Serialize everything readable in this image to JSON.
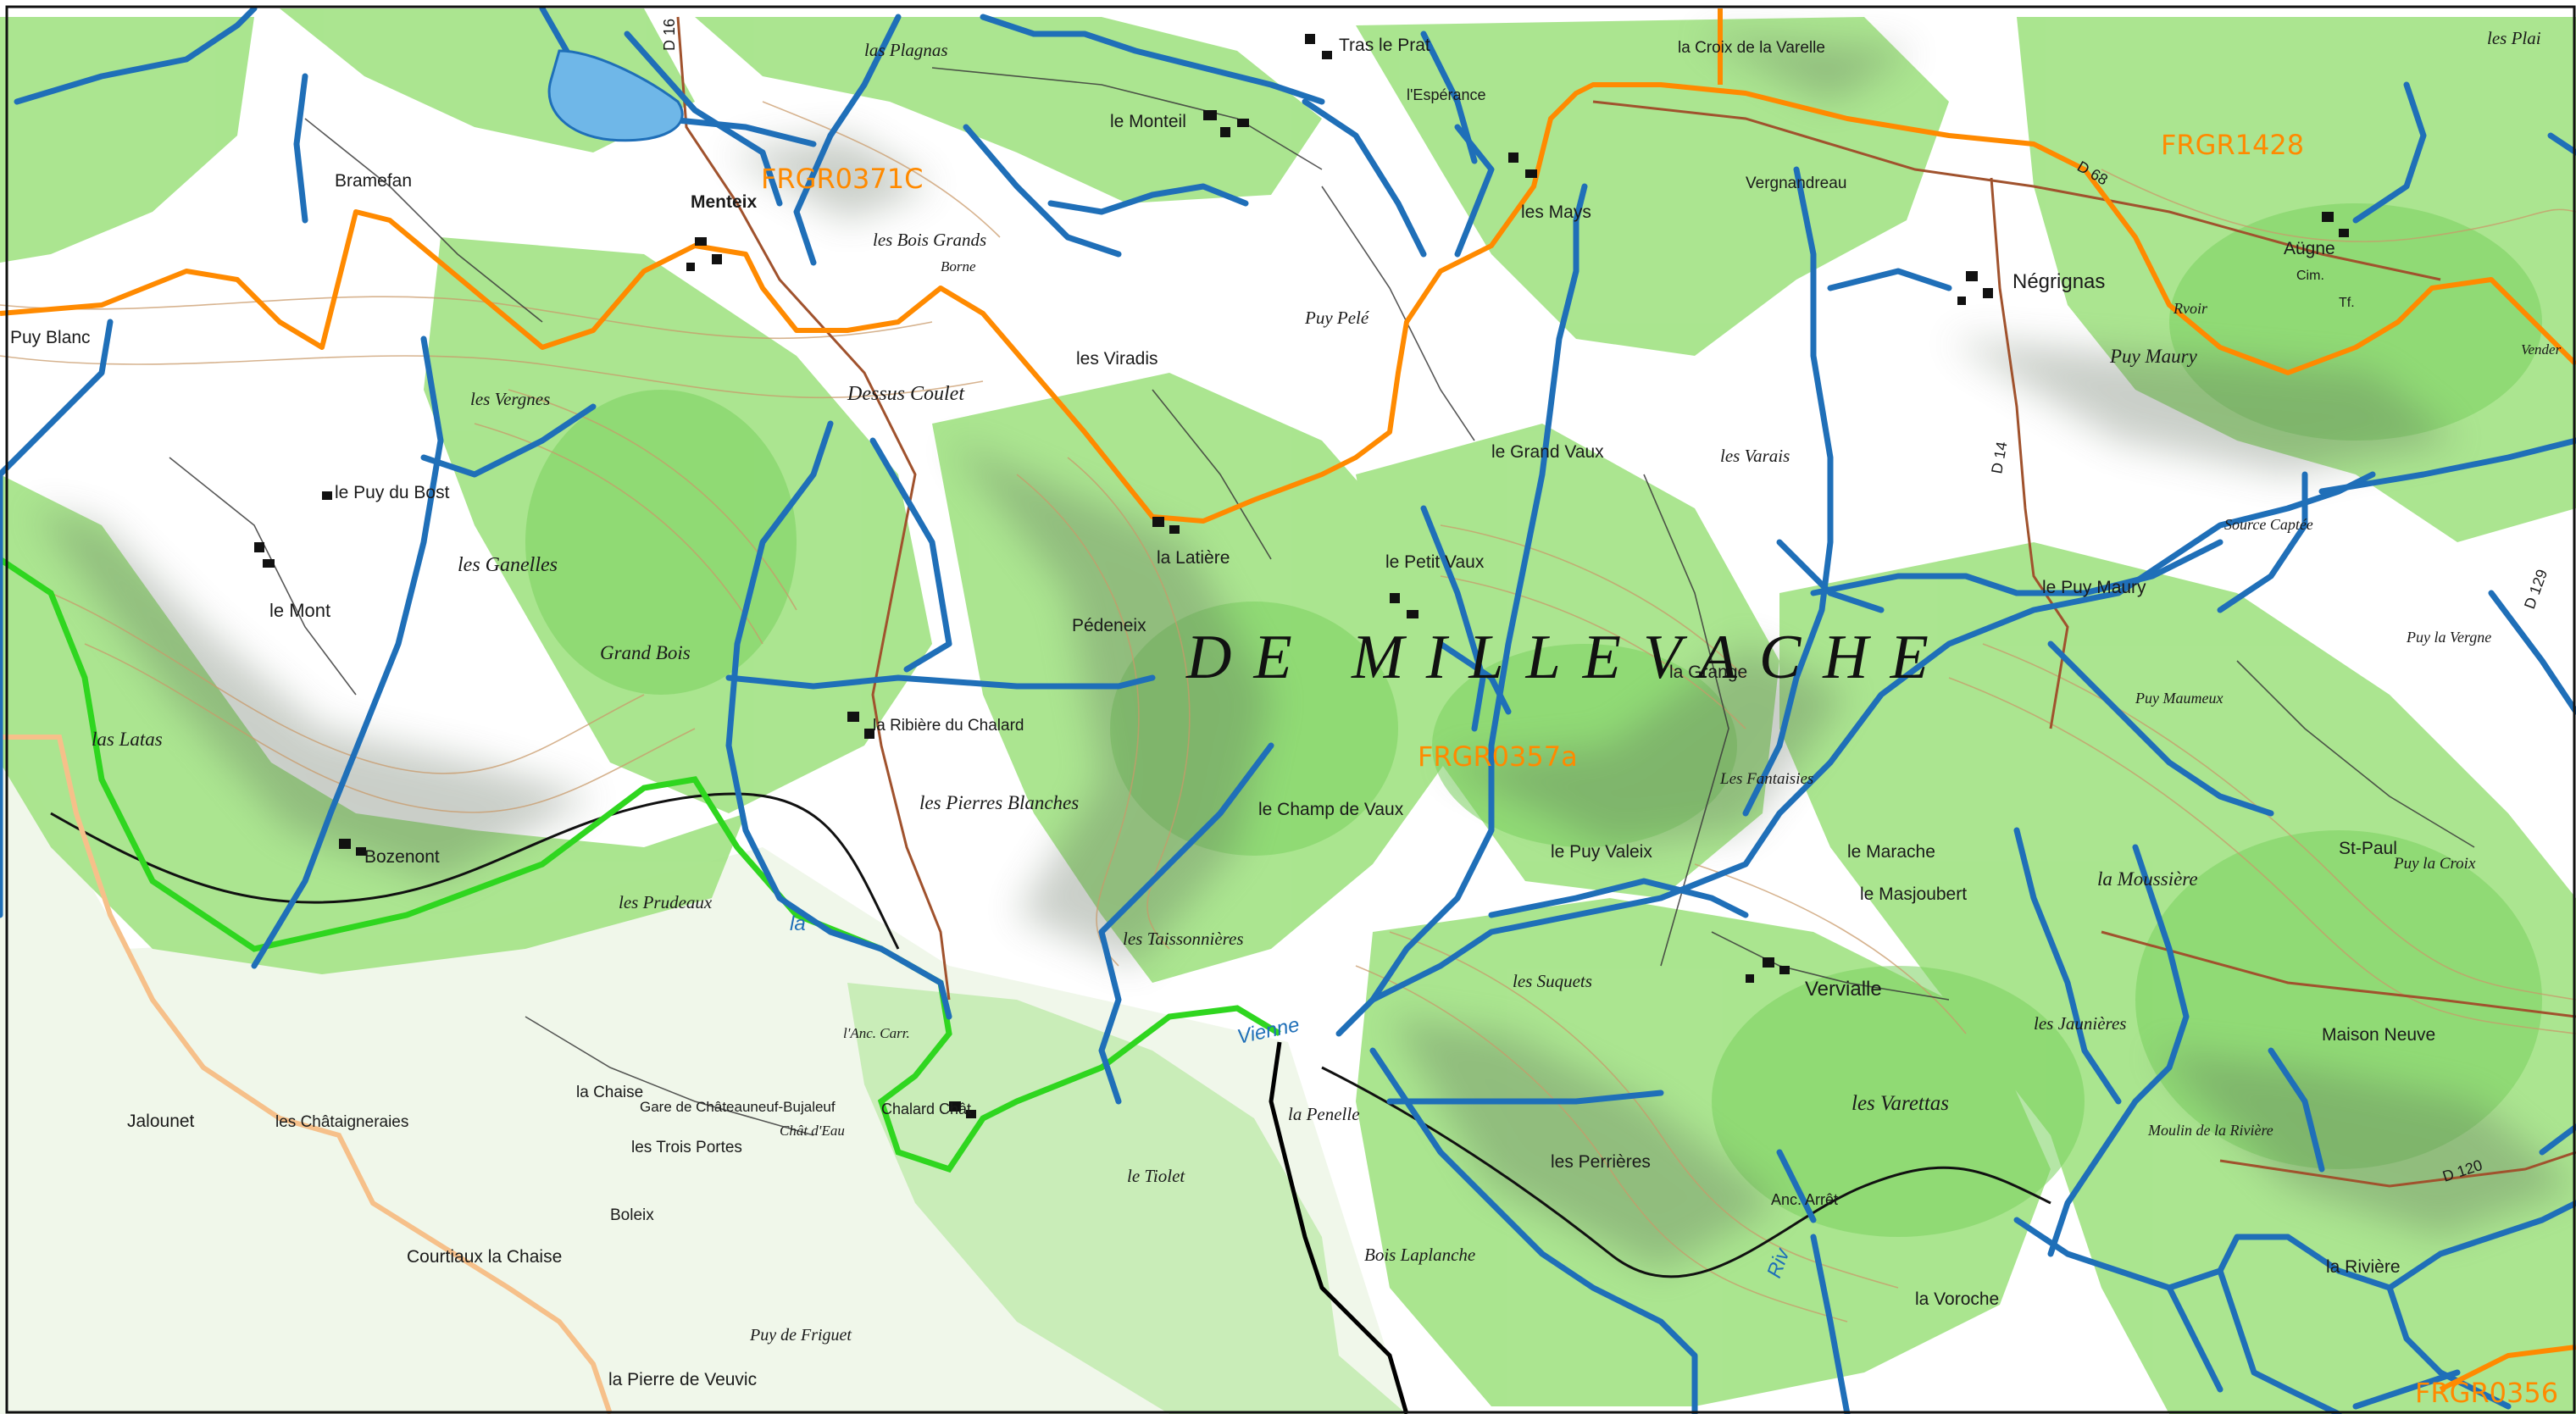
{
  "water_bodies": [
    {
      "code": "FRGR0371C"
    },
    {
      "code": "FRGR1428"
    },
    {
      "code": "FRGR0357a"
    },
    {
      "code": "FRGR0356"
    }
  ],
  "region_label": "DE   MILLEVACHE",
  "rivers": [
    "Vienne",
    "la",
    "Riv"
  ],
  "roads": [
    "D 16",
    "D 68",
    "D 14",
    "D 129",
    "D 120"
  ],
  "places": [
    "Tras le Prat",
    "l'Espérance",
    "las Plagnas",
    "le Monteil",
    "Menteix",
    "Bramefan",
    "les Bois Grands",
    "Borne",
    "Puy Pelé",
    "les Viradis",
    "Dessus Coulet",
    "les Vergnes",
    "le Puy du Bost",
    "les Ganelles",
    "le Mont",
    "Grand Bois",
    "las Latas",
    "Bozenont",
    "la Ribière du Chalard",
    "les Pierres Blanches",
    "Pédeneix",
    "la Latière",
    "le Petit Vaux",
    "le Grand Vaux",
    "les Mays",
    "la Croix de la Varelle",
    "Vergnandreau",
    "Négrignas",
    "Aügne",
    "Puy Maury",
    "les Varais",
    "la Grange",
    "le Puy Maury",
    "Puy Maumeux",
    "Source Captée",
    "Les Fantaisies",
    "le Champ de Vaux",
    "le Puy Valeix",
    "le Marache",
    "le Masjoubert",
    "la Moussière",
    "St-Paul",
    "Puy la Croix",
    "Vervialle",
    "les Suquets",
    "les Taissonnières",
    "les Prudeaux",
    "Chalard Chât",
    "Gare de Châteauneuf-Bujaleuf",
    "Chât d'Eau",
    "les Châtaigneraies",
    "la Chaise",
    "les Trois Portes",
    "Jalounet",
    "Boleix",
    "Courtiaux la Chaise",
    "Puy de Friguet",
    "la Pierre de Veuvic",
    "la Penelle",
    "Bois Laplanche",
    "les Perrières",
    "les Varettas",
    "les Jaunières",
    "Maison Neuve",
    "Moulin de la Rivière",
    "la Rivière",
    "la Voroche",
    "Anc. Arrêt",
    "Puy Blanc",
    "Rvoir",
    "Puy la Vergne",
    "le Tiolet",
    "Cim.",
    "Tf.",
    "l'Anc. Carr.",
    "les Plai",
    "Vender"
  ],
  "colors": {
    "forest": "#9be27a",
    "forest_dark": "#5fb84a",
    "relief_shadow": "#6f7d6b",
    "river": "#1f6fb8",
    "boundary_orange": "#ff8a00",
    "boundary_light_orange": "#f6c08a",
    "green_boundary": "#2fd61f",
    "black_boundary": "#000000",
    "road_brown": "#a0522d",
    "contour": "#c99a6a"
  }
}
